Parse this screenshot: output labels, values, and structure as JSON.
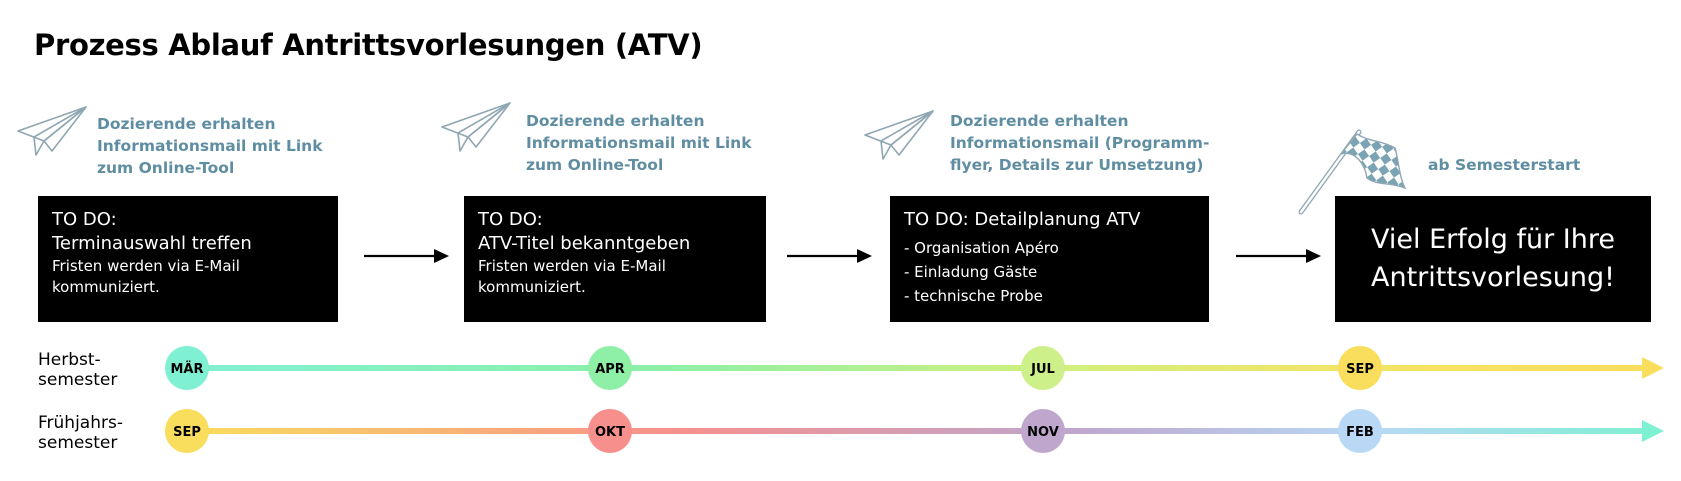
{
  "title": "Prozess Ablauf Antrittsvorlesungen (ATV)",
  "mails": [
    {
      "lines": [
        "Dozierende erhalten",
        "Informationsmail mit Link",
        "zum Online-Tool"
      ]
    },
    {
      "lines": [
        "Dozierende erhalten",
        "Informationsmail mit Link",
        "zum Online-Tool"
      ]
    },
    {
      "lines": [
        "Dozierende erhalten",
        "Informationsmail (Programm-",
        "flyer, Details zur  Umsetzung)"
      ]
    }
  ],
  "flag_note": "ab Semesterstart",
  "boxes": [
    {
      "heading1": "TO DO:",
      "heading2": "Terminauswahl treffen",
      "sub": [
        "Fristen werden via E-Mail",
        "kommuniziert."
      ]
    },
    {
      "heading1": "TO DO:",
      "heading2": "ATV-Titel bekanntgeben",
      "sub": [
        "Fristen werden via E-Mail",
        "kommuniziert."
      ]
    },
    {
      "heading1": "TO DO: Detailplanung ATV",
      "items": [
        "- Organisation Apéro",
        "- Einladung Gäste",
        "- technische Probe"
      ]
    }
  ],
  "final_box": [
    "Viel Erfolg für Ihre",
    "Antrittsvorlesung!"
  ],
  "timelines": [
    {
      "label": [
        "Herbst-",
        "semester"
      ],
      "months": [
        "MÄR",
        "APR",
        "JUL",
        "SEP"
      ],
      "colors": [
        "#7ff0d2",
        "#8ef0a6",
        "#cdf08a",
        "#f9dd5c"
      ]
    },
    {
      "label": [
        "Frühjahrs-",
        "semester"
      ],
      "months": [
        "SEP",
        "OKT",
        "NOV",
        "FEB"
      ],
      "colors": [
        "#f9dd5c",
        "#f7908c",
        "#bfa6cc",
        "#b8d8f5"
      ]
    }
  ],
  "colors": {
    "accent_text": "#5f8ea2",
    "box_bg": "#000000",
    "arrow_end_1": "#f9dd5c",
    "arrow_end_2": "#7ff0d2"
  }
}
